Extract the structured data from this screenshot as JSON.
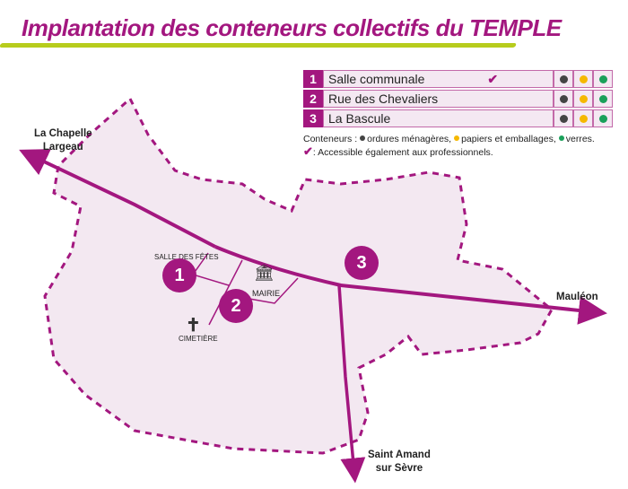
{
  "title": "Implantation des conteneurs collectifs du TEMPLE",
  "colors": {
    "accent": "#a3177f",
    "ordures": "#444444",
    "papiers": "#f5b800",
    "verres": "#1aa05a",
    "area": "#f3e8f1",
    "underline": "#b7cc1c"
  },
  "sites": [
    {
      "number": "1",
      "name": "Salle communale",
      "professional": true
    },
    {
      "number": "2",
      "name": "Rue des Chevaliers",
      "professional": false
    },
    {
      "number": "3",
      "name": "La Bascule",
      "professional": false
    }
  ],
  "checkmark": "✔",
  "legend": {
    "prefix": "Conteneurs :",
    "ordures": "ordures ménagères,",
    "papiers": "papiers et emballages,",
    "verres": "verres.",
    "pro_note": ":  Accessible également aux professionnels."
  },
  "map": {
    "destinations": {
      "north_west": [
        "La Chapelle",
        "Largeau"
      ],
      "east": "Mauléon",
      "south": [
        "Saint Amand",
        "sur Sèvre"
      ]
    },
    "landmarks": {
      "salle": "SALLE DES FÊTES",
      "mairie": "MAIRIE",
      "cimetiere": "CIMETIÈRE"
    }
  }
}
